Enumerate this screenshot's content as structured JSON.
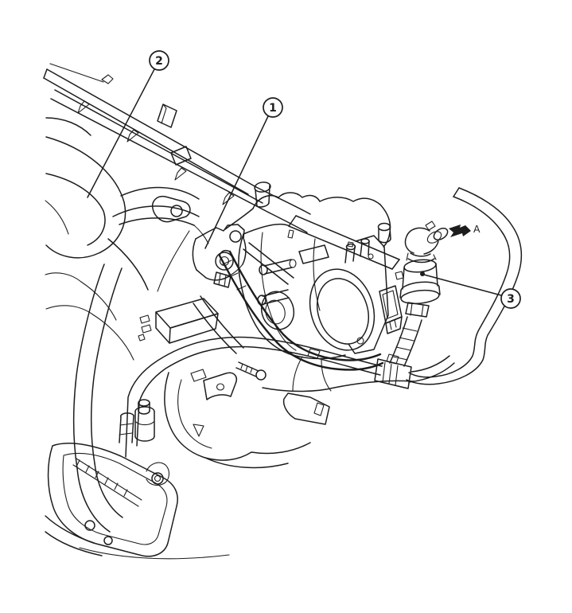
{
  "figure": {
    "description": "Black-and-white automotive engine line illustration: throttle body and evaporative hose routing with numbered part callouts",
    "background_color": "#ffffff",
    "line_color": "#1d1d1d",
    "callouts": [
      {
        "label": "1"
      },
      {
        "label": "2"
      },
      {
        "label": "3"
      }
    ],
    "direction_arrow": {
      "label": "A"
    }
  }
}
